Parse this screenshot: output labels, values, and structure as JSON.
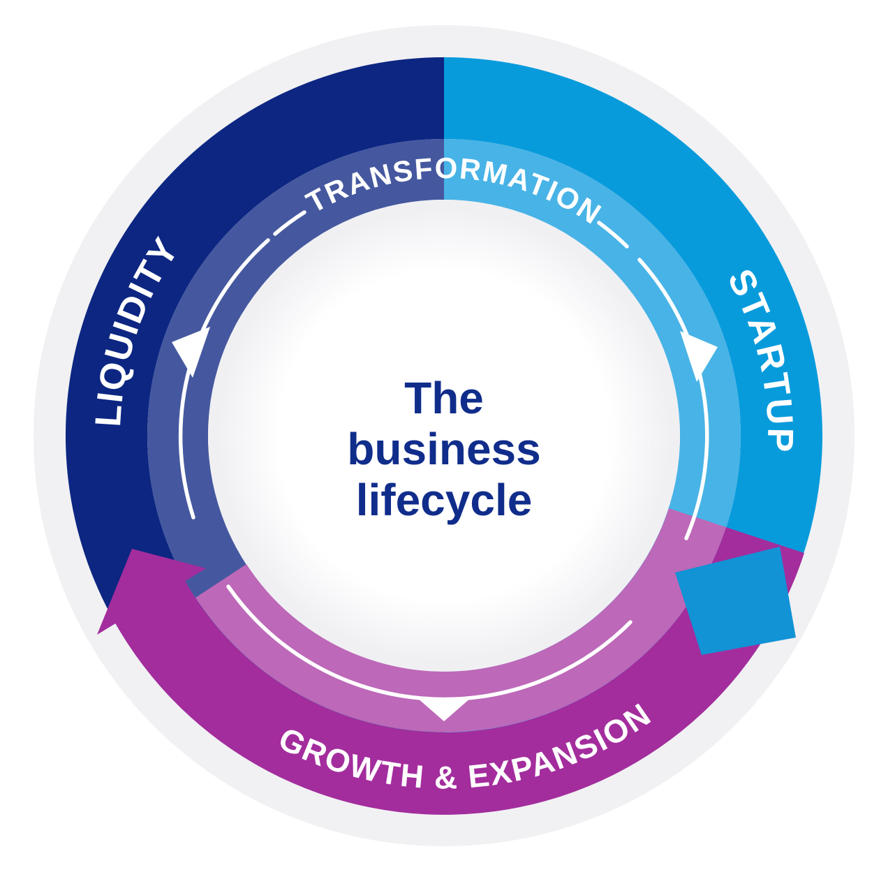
{
  "title_center": {
    "lines": [
      "The",
      "business",
      "lifecycle"
    ]
  },
  "segments": {
    "transformation": {
      "label": "TRANSFORMATION"
    },
    "startup": {
      "label": "STARTUP"
    },
    "growth": {
      "label": "GROWTH & EXPANSION"
    },
    "liquidity": {
      "label": "LIQUIDITY"
    }
  },
  "flow": {
    "direction": "clockwise"
  },
  "colors": {
    "halo": "#f1f1f3",
    "navy": "#0c2682",
    "slate": "#45589f",
    "blue": "#089bdc",
    "blue_head": "#1193d5",
    "light_blue": "#48b3e6",
    "magenta": "#a32d9d",
    "magenta_light": "#bd68b8",
    "line": "#ffffff",
    "label_text": "#ffffff",
    "center_text": "#102d8b"
  }
}
